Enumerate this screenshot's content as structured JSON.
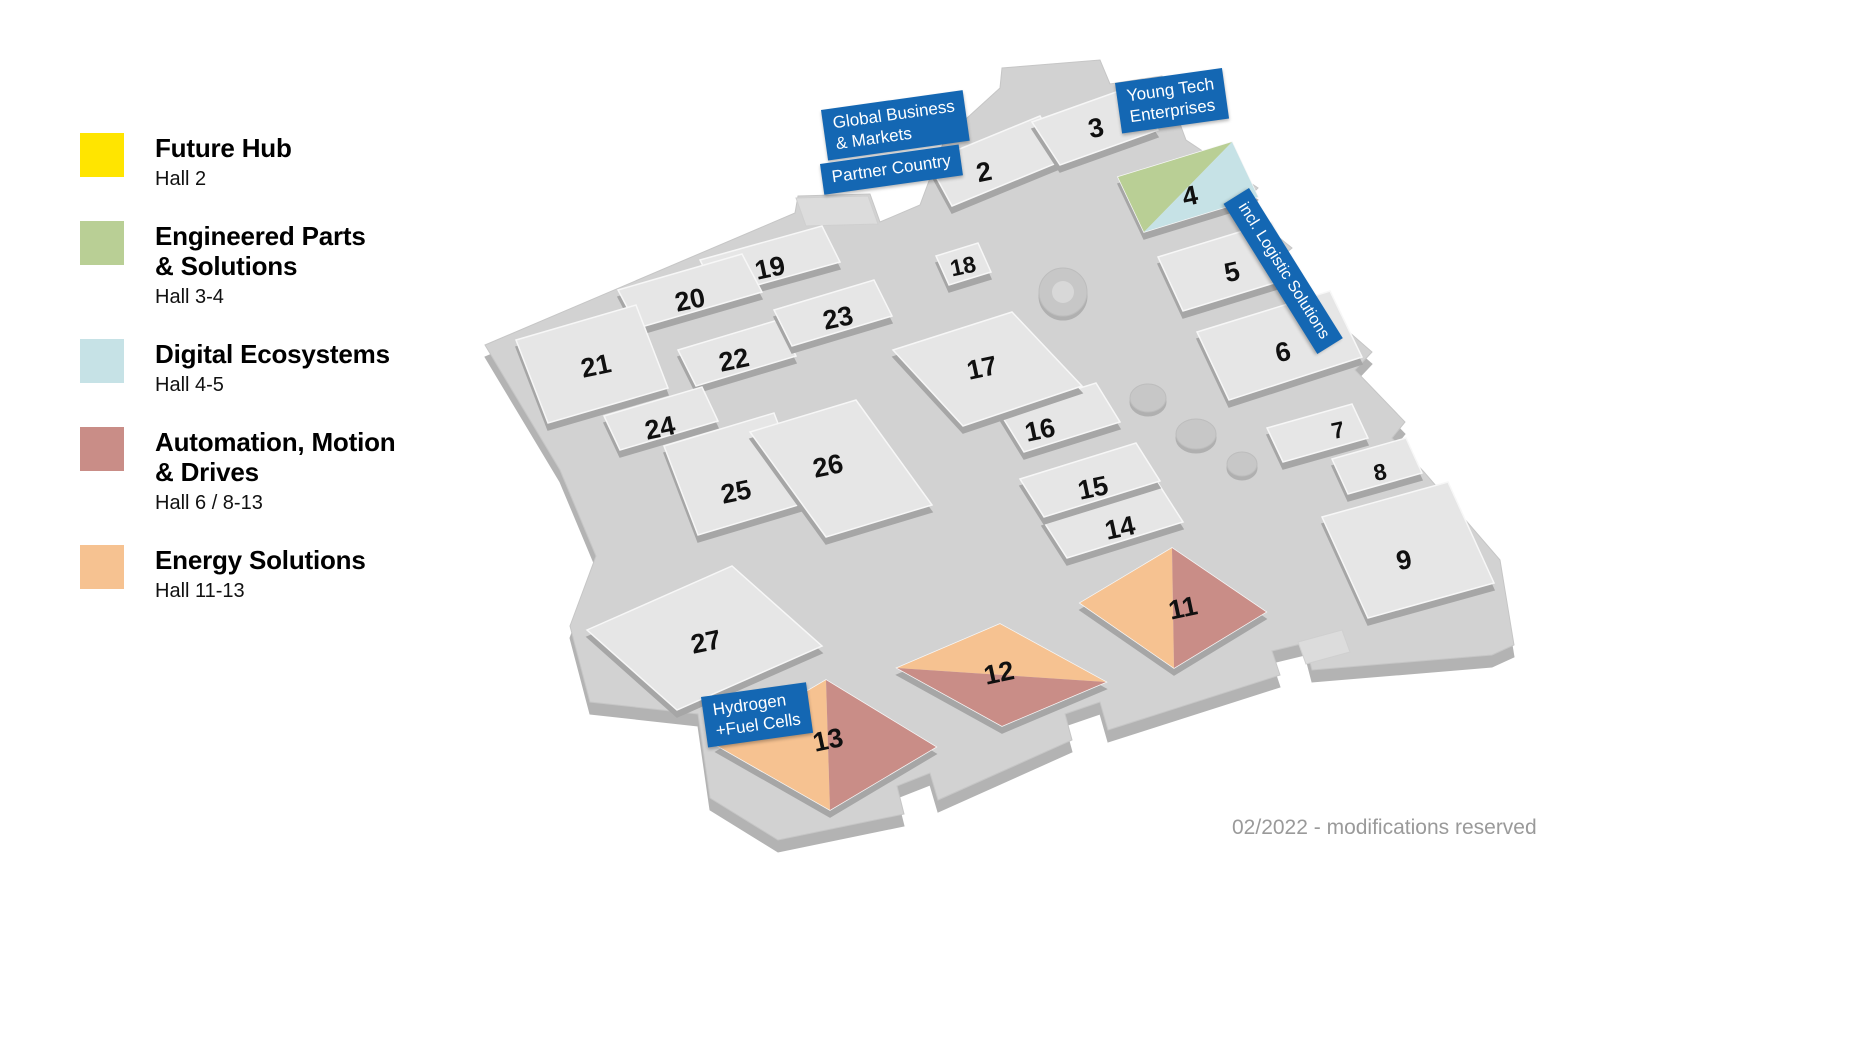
{
  "legend": {
    "items": [
      {
        "label": "Future Hub",
        "halls": "Hall 2",
        "color_key": "future_hub"
      },
      {
        "label": "Engineered Parts\n& Solutions",
        "halls": "Hall 3-4",
        "color_key": "engineered_parts"
      },
      {
        "label": "Digital Ecosystems",
        "halls": "Hall 4-5",
        "color_key": "digital_ecosystems"
      },
      {
        "label": "Automation, Motion\n& Drives",
        "halls": "Hall 6 / 8-13",
        "color_key": "automation_motion"
      },
      {
        "label": "Energy Solutions",
        "halls": "Hall 11-13",
        "color_key": "energy_solutions"
      }
    ]
  },
  "colors": {
    "future_hub": "#FFE500",
    "engineered_parts": "#B9CF95",
    "digital_ecosystems": "#C6E2E6",
    "automation_motion": "#C98D87",
    "energy_solutions": "#F6C291",
    "banner_blue": "#1467B3"
  },
  "map": {
    "hall_numbers": {
      "h2": "2",
      "h3": "3",
      "h4": "4",
      "h5": "5",
      "h6": "6",
      "h7": "7",
      "h8": "8",
      "h9": "9",
      "h11": "11",
      "h12": "12",
      "h13": "13",
      "h14": "14",
      "h15": "15",
      "h16": "16",
      "h17": "17",
      "h18": "18",
      "h19": "19",
      "h20": "20",
      "h21": "21",
      "h22": "22",
      "h23": "23",
      "h24": "24",
      "h25": "25",
      "h26": "26",
      "h27": "27"
    },
    "banners": {
      "global_business": "Global Business\n& Markets",
      "partner_country": "Partner Country",
      "young_tech": "Young Tech\nEnterprises",
      "logistic_solutions": "incl. Logistic Solutions",
      "hydrogen_fuel_cells": "Hydrogen\n+Fuel Cells"
    }
  },
  "footer": {
    "text": "02/2022 - modifications reserved"
  }
}
